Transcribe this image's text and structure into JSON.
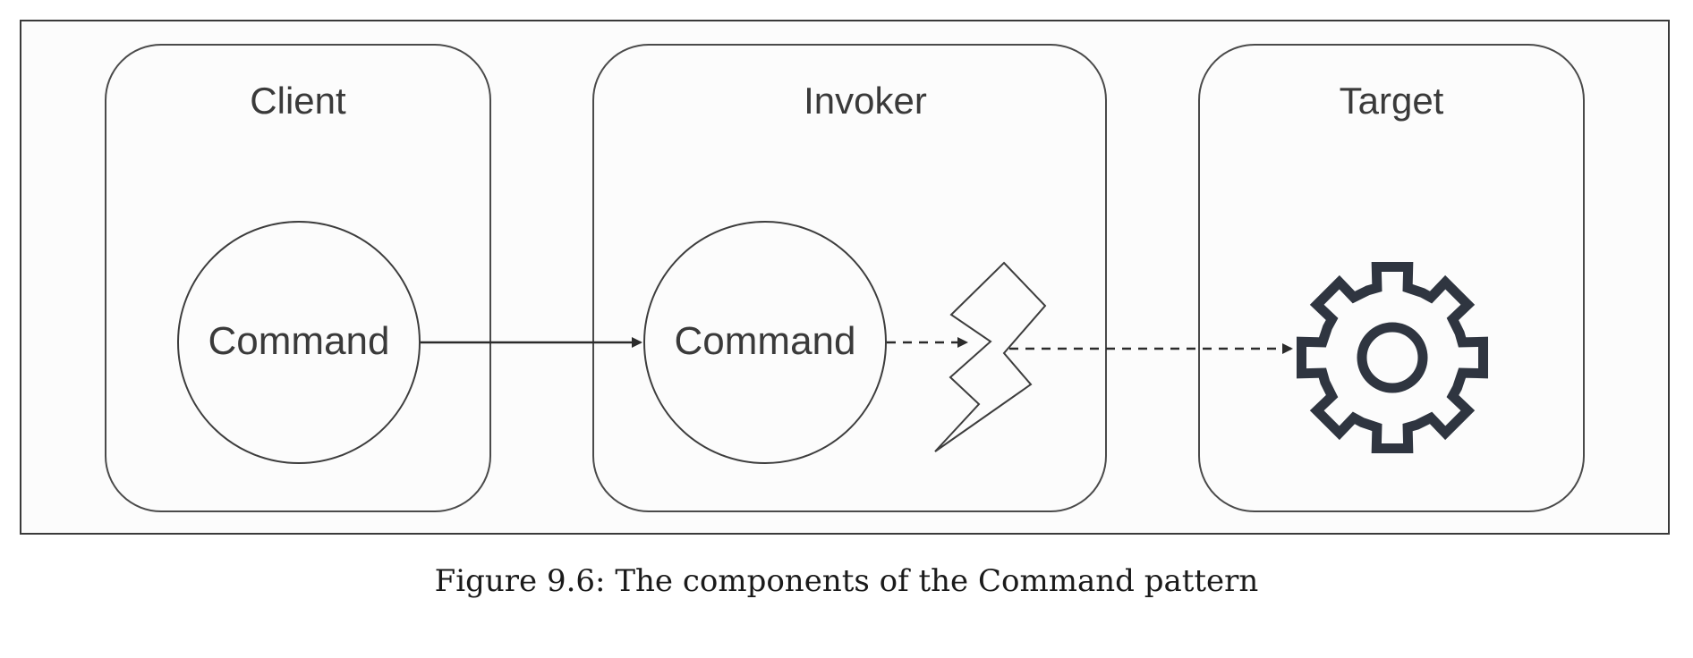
{
  "diagram": {
    "panels": {
      "client": "Client",
      "invoker": "Invoker",
      "target": "Target"
    },
    "nodes": {
      "client_command": "Command",
      "invoker_command": "Command"
    },
    "icons": {
      "trigger": "lightning-bolt-icon",
      "target": "gear-icon"
    },
    "colors": {
      "stroke": "#3d3d3d",
      "gear": "#2f3540",
      "text": "#3a3a3a"
    }
  },
  "caption": "Figure 9.6: The components of the Command pattern"
}
